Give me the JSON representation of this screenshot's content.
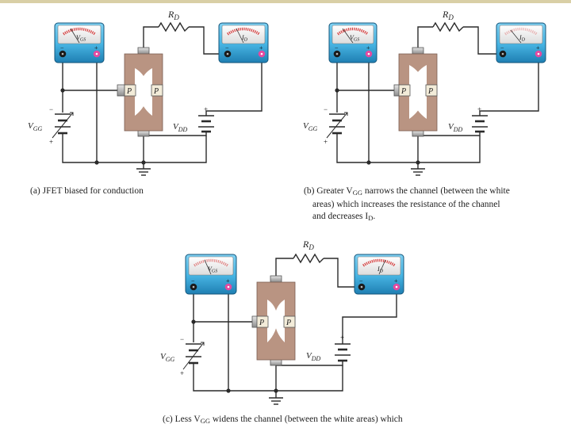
{
  "labels": {
    "rd": "R",
    "rd_sub": "D",
    "vgs": "V",
    "vgs_sub": "GS",
    "id": "I",
    "id_sub": "D",
    "vgg": "V",
    "vgg_sub": "GG",
    "vdd": "V",
    "vdd_sub": "DD",
    "p": "P",
    "plus": "+",
    "minus": "−"
  },
  "captions": {
    "a": "(a) JFET biased for conduction",
    "b_1": "(b) Greater V",
    "b_1_sub": "GG",
    "b_2": " narrows the channel (between the white",
    "b_3": "areas) which increases the resistance of the channel",
    "b_4": "and decreases I",
    "b_4_sub": "D",
    "b_4_end": ".",
    "c_1": "(c) Less V",
    "c_1_sub": "GG",
    "c_2": " widens the channel (between the white areas) which"
  },
  "colors": {
    "wire": "#2a2a2a",
    "channel": "#b99482",
    "meter_body": "#4ab8e6",
    "meter_dark": "#1f7fb3",
    "terminal_pink": "#e44aa0",
    "scale_red": "#d63a3a",
    "gate_gray": "#bdbdbd"
  },
  "panels": [
    {
      "id": "a",
      "depletion": 22
    },
    {
      "id": "b",
      "depletion": 28
    },
    {
      "id": "c",
      "depletion": 16
    }
  ]
}
